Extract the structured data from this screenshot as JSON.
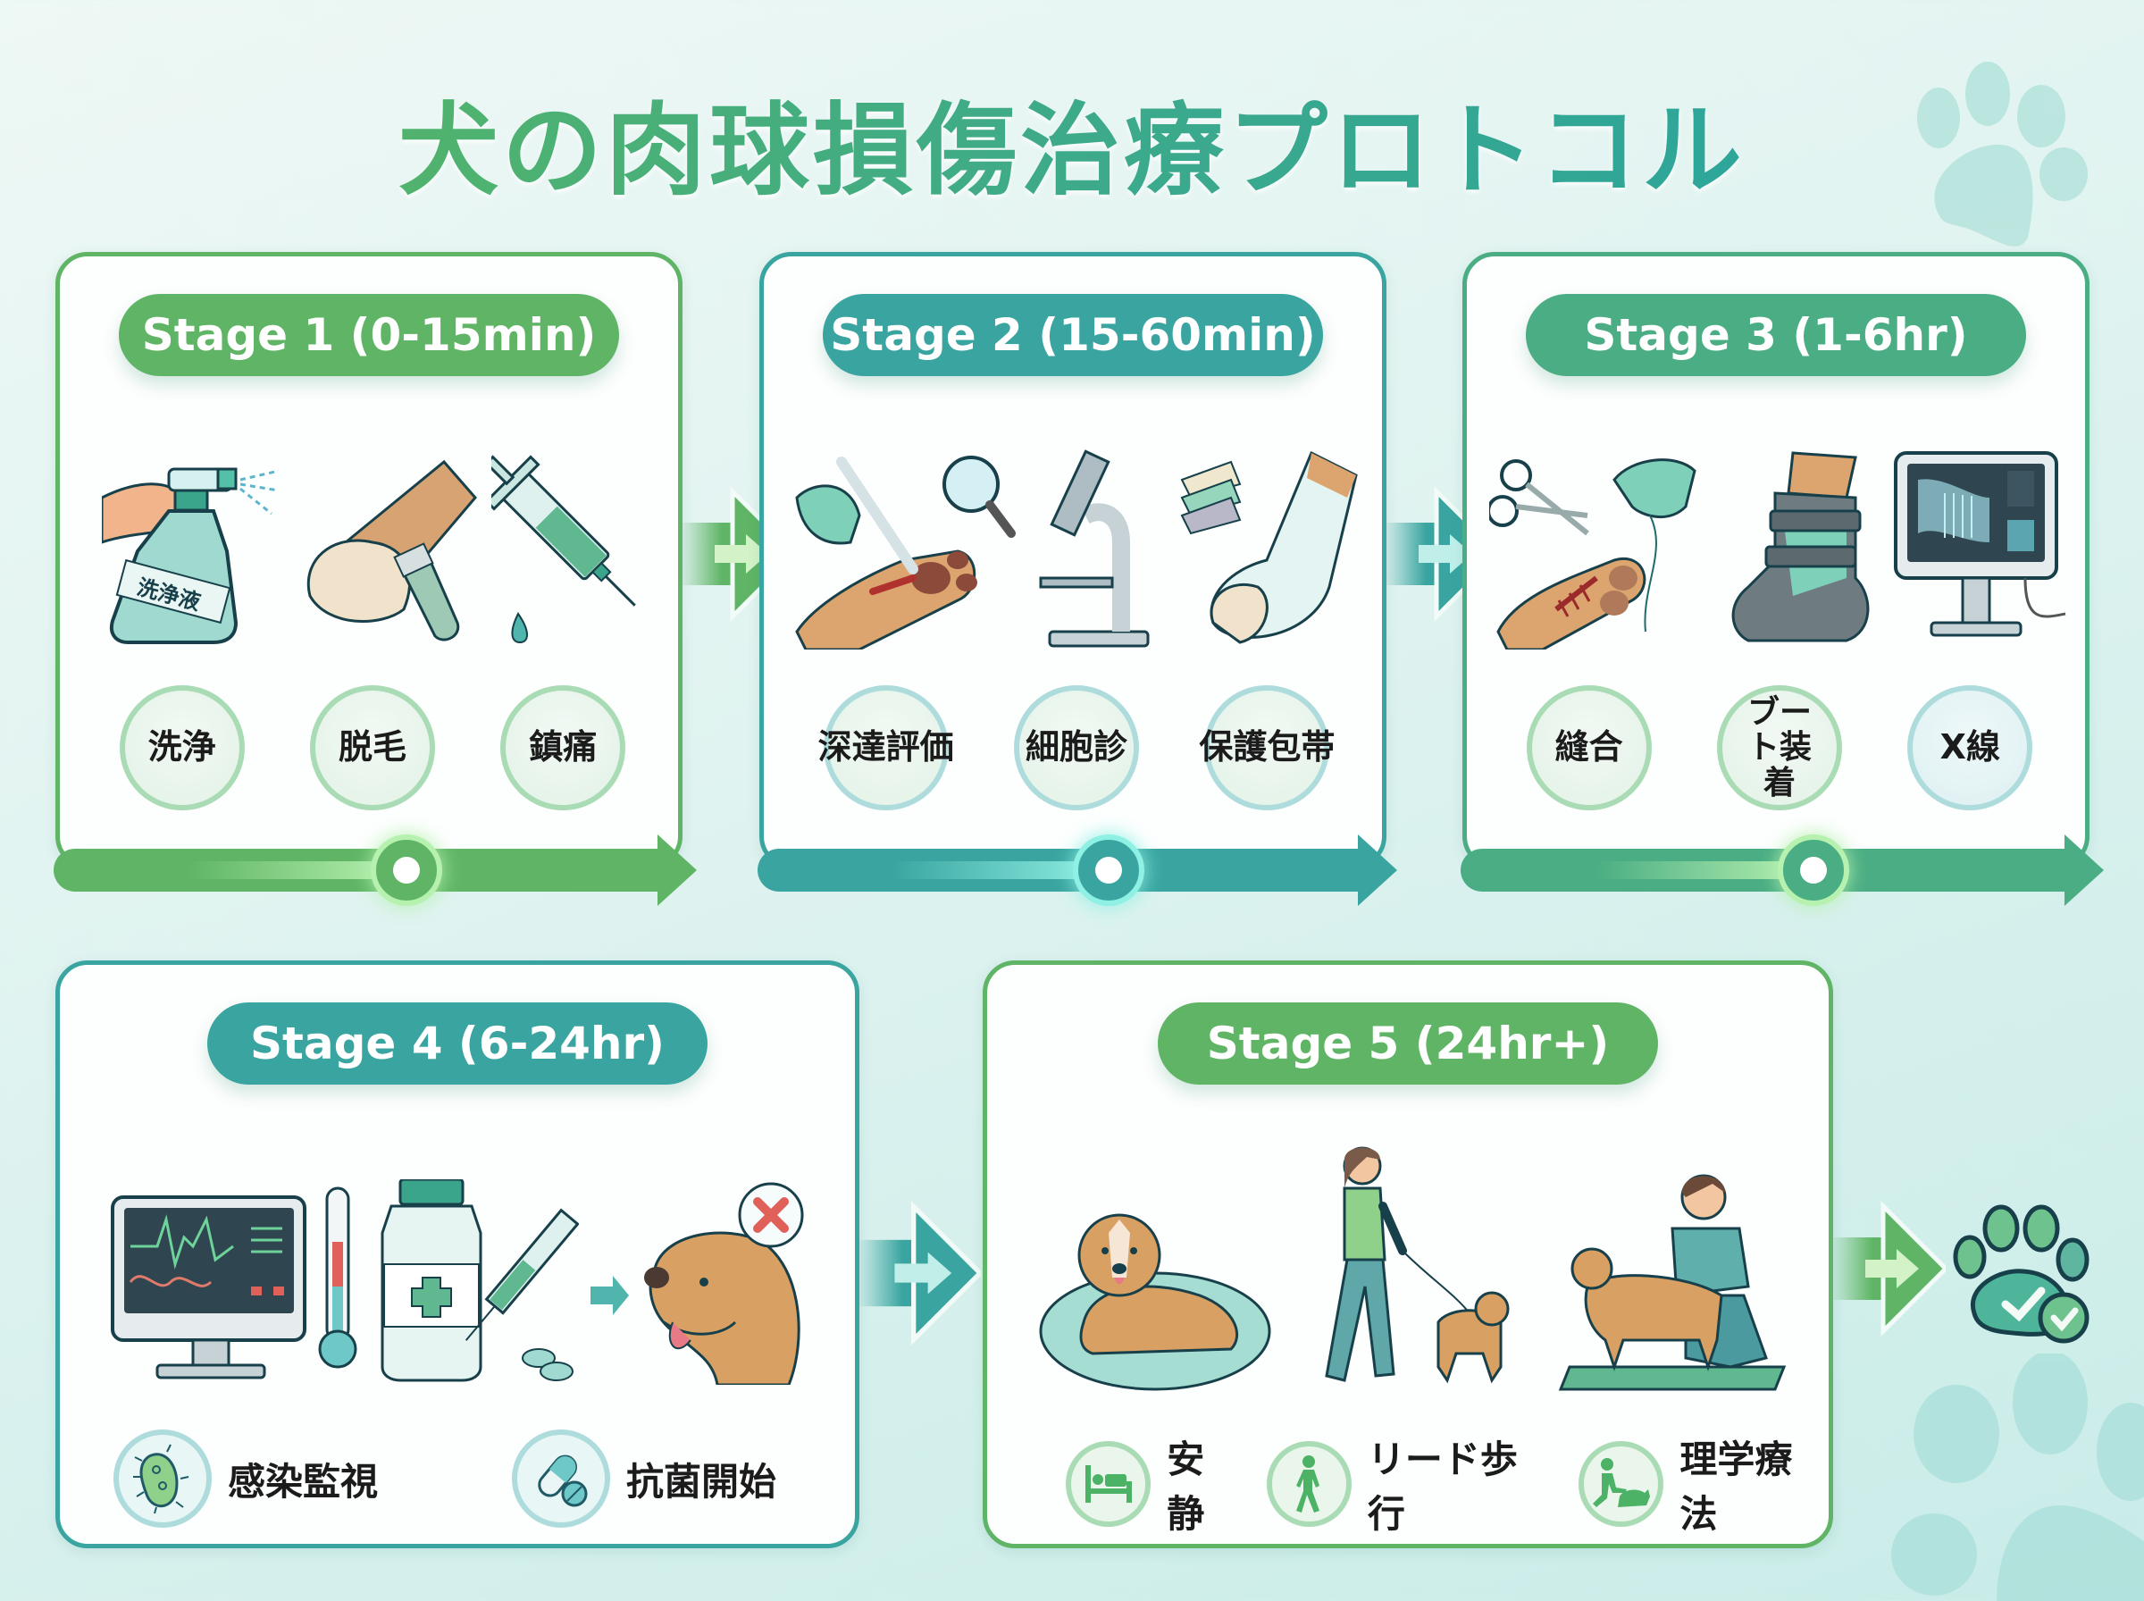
{
  "title": "犬の肉球損傷治療プロトコル",
  "colors": {
    "green": "#5fb565",
    "teal": "#3aa5a0",
    "sea_green": "#4aad83",
    "glow_green": "#b6f1b0",
    "glow_teal": "#8ff0e4",
    "badge_ring_green": "#a9dbb4",
    "badge_ring_teal": "#aedcdc",
    "text_dark": "#1b1b1b",
    "background": "#dff3f0"
  },
  "stages": [
    {
      "id": 1,
      "label": "Stage 1 (0-15min)",
      "illustrations": [
        "spray-bottle-cleanser",
        "paw-shaving-clipper",
        "syringe-analgesic"
      ],
      "spray_bottle_label": "洗浄液",
      "steps": [
        "洗浄",
        "脱毛",
        "鎮痛"
      ]
    },
    {
      "id": 2,
      "label": "Stage 2 (15-60min)",
      "illustrations": [
        "paw-wound-probe-magnifier",
        "microscope",
        "bandaged-paw"
      ],
      "steps": [
        "深達評価",
        "細胞診",
        "保護包帯"
      ]
    },
    {
      "id": 3,
      "label": "Stage 3 (1-6hr)",
      "illustrations": [
        "paw-suture-scissors",
        "protective-boot",
        "xray-monitor"
      ],
      "steps": [
        "縫合",
        "ブート装着",
        "X線"
      ]
    },
    {
      "id": 4,
      "label": "Stage 4 (6-24hr)",
      "illustrations": [
        "vital-monitor-thermometer",
        "medicine-bottle-syringe",
        "dog-head-no-licking"
      ],
      "steps": [
        {
          "icon": "bacteria-icon",
          "label": "感染監視"
        },
        {
          "icon": "pill-icon",
          "label": "抗菌開始"
        }
      ]
    },
    {
      "id": 5,
      "label": "Stage 5 (24hr+)",
      "illustrations": [
        "dog-resting-on-bed",
        "person-leash-walking-dog",
        "therapist-with-dog"
      ],
      "steps": [
        {
          "icon": "bed-icon",
          "label": "安静"
        },
        {
          "icon": "walking-icon",
          "label": "リード歩行"
        },
        {
          "icon": "physical-therapy-icon",
          "label": "理学療法"
        }
      ]
    }
  ],
  "final": {
    "icon": "paw-check-icon"
  }
}
